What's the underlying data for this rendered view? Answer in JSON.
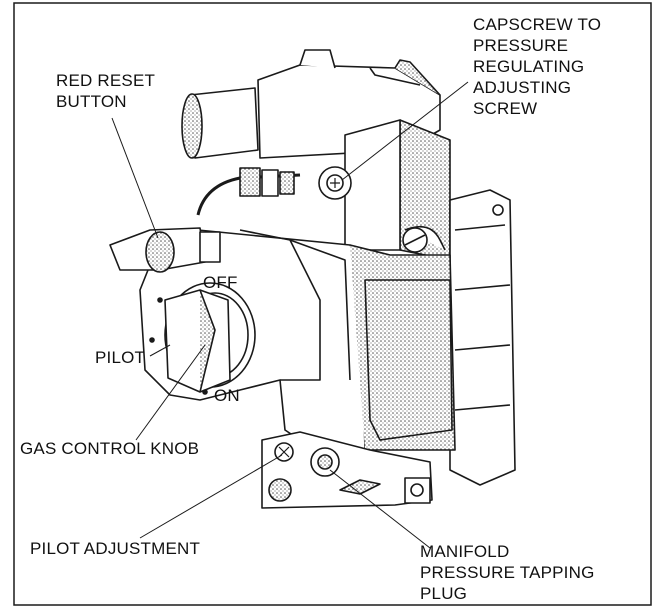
{
  "colors": {
    "line": "#1a1a1a",
    "shade": "#c8c8c8",
    "background": "#ffffff"
  },
  "labels": {
    "capscrew": "CAPSCREW TO\nPRESSURE\nREGULATING\nADJUSTING\nSCREW",
    "red_reset": "RED RESET\nBUTTON",
    "pilot": "PILOT",
    "gas_control_knob": "GAS CONTROL KNOB",
    "pilot_adjustment": "PILOT ADJUSTMENT",
    "manifold": "MANIFOLD\nPRESSURE TAPPING\nPLUG"
  },
  "dial_positions": {
    "off": "OFF",
    "on": "ON"
  }
}
